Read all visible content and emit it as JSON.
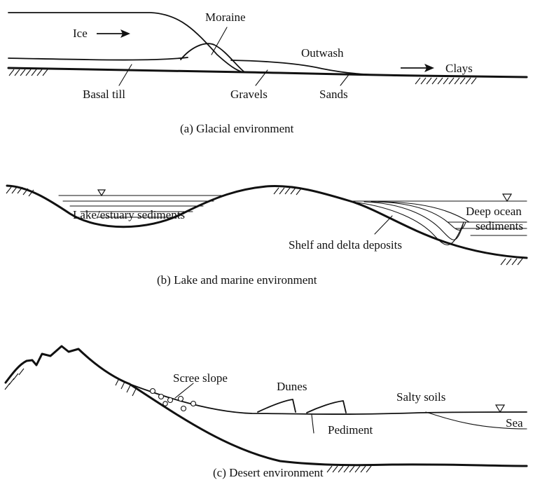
{
  "panels": {
    "glacial": {
      "caption": "(a)  Glacial environment",
      "labels": {
        "ice": "Ice",
        "moraine": "Moraine",
        "outwash": "Outwash",
        "clays": "Clays",
        "basal_till": "Basal till",
        "gravels": "Gravels",
        "sands": "Sands"
      }
    },
    "lake_marine": {
      "caption": "(b)  Lake and marine environment",
      "labels": {
        "lake_sediments": "Lake/estuary sediments",
        "shelf_delta": "Shelf and delta deposits",
        "deep_ocean_1": "Deep ocean",
        "deep_ocean_2": "sediments"
      }
    },
    "desert": {
      "caption": "(c)  Desert environment",
      "labels": {
        "scree_slope": "Scree slope",
        "dunes": "Dunes",
        "salty_soils": "Salty soils",
        "pediment": "Pediment",
        "sea": "Sea"
      }
    }
  }
}
